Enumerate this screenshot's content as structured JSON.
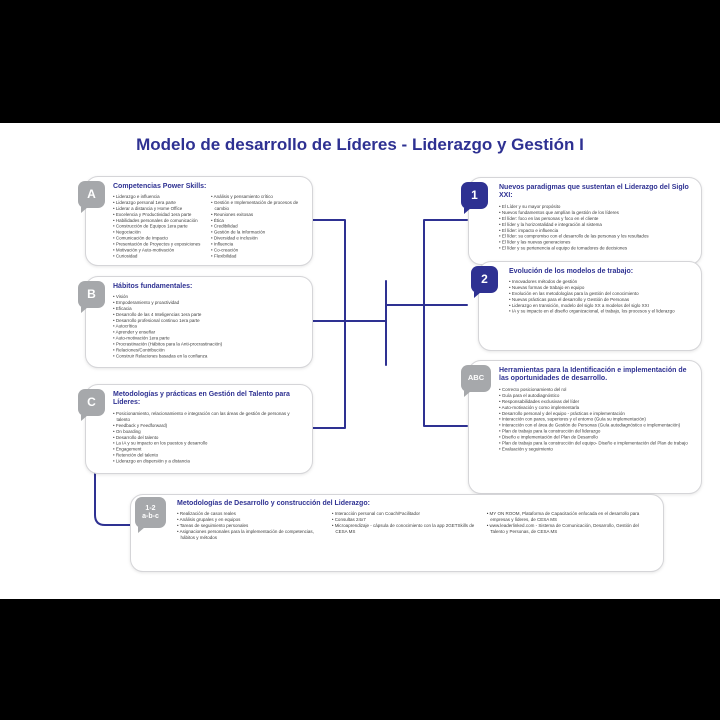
{
  "title": "Modelo de desarrollo de Líderes - Liderazgo y Gestión I",
  "colors": {
    "navy": "#2e3192",
    "gray": "#a6a8ab"
  },
  "boxes": {
    "a": {
      "tab": "A",
      "title": "Competencias Power Skills:",
      "col1": [
        "Liderazgo  e influencia",
        "Liderazgo personal 1era parte",
        "Liderar a distancia y Home Office",
        "Excelencia y Productividad 1era parte",
        "Habilidades personales de comunicación",
        "Construcción de Equipos 1era parte",
        "Negociación",
        "Comunicación de Impacto",
        "Presentación de Proyectos y exposiciones",
        "Motivación y Auto-motivación",
        "Curiosidad"
      ],
      "col2": [
        "Análisis y pensamiento crítico",
        "Gestión e Implementación de procesos de cambio",
        "Reuniones exitosas",
        "Ética",
        "Credibilidad",
        "Gestión de la Información",
        "Diversidad e inclusión",
        "Influencia",
        "Co-creación",
        "Flexibilidad"
      ]
    },
    "b": {
      "tab": "B",
      "title": "Hábitos fundamentales:",
      "items": [
        "Visión",
        "Empoderamiento y proactividad",
        "Eficacia",
        "Desarrollo de las 4 Inteligencias 1era parte",
        "Desarrollo profesional continuo 1era parte",
        "Autocrítica",
        "Aprender y enseñar",
        "Auto-motivación 1era parte",
        "Procrastinación (Hábitos para la Anti-procrastinación)",
        "Relaciones/Contribución",
        "Construir Relaciones basadas en la confianza"
      ]
    },
    "c": {
      "tab": "C",
      "title": "Metodologías y prácticas en Gestión del Talento para Líderes:",
      "items": [
        "Posicionamiento, relacionamiento e integración con las áreas de gestión de personas y talento",
        "Feedback y Feedforward)",
        "On boarding",
        "Desarrollo del talento",
        "La IA y su impacto en los puestos y desarrollo",
        "Engagement",
        "Retención del talento",
        "Liderazgo en dispersión y a distancia"
      ]
    },
    "n1": {
      "tab": "1",
      "title": "Nuevos paradigmas que sustentan el Liderazgo del Siglo XXI:",
      "items": [
        "El Líder y su mayor propósito",
        "Nuevos fundamentos que amplían la gestión de los líderes",
        "El líder: foco en las personas y foco en el cliente",
        "El líder y la horizontalidad e integración al sistema",
        "El líder: impacto e influencia",
        "El líder: su compromiso con el desarrollo de las personas y los resultados",
        "El líder y las nuevas generaciones",
        "El líder y su pertenencia al equipo de tomadores de decisiones"
      ]
    },
    "n2": {
      "tab": "2",
      "title": "Evolución de los modelos de trabajo:",
      "items": [
        "Innovadores métodos de gestión",
        "Nuevas formas de trabajo en equipo",
        "Evolución en las metodologías para la gestión del conocimiento",
        "Nuevas prácticas para el desarrollo y Gestión de Personas",
        "Liderazgo en transición, modelo del siglo XX a modelos del siglo XXI",
        "IA y su impacto en el diseño organizacional, el trabajo, los procesos y el liderazgo"
      ]
    },
    "abc": {
      "tab": "ABC",
      "title": "Herramientas para la Identificación e implementación de las oportunidades de desarrollo.",
      "items": [
        "Correcto posicionamiento del rol",
        "Guía para el autodiagnóstico",
        "Responsabilidades exclusivas del líder",
        "Auto-motivación y como implementarla",
        "Desarrollo personal y del equipo - prácticas e implementación",
        "Interacción con pares, superiores y el entorno (Guía su implementación)",
        "Interacción con el área de Gestión de Personas (Guía autodiagnóstico e implementación)",
        "Plan de trabajo para la construcción del liderazgo",
        "Diseño e implementación del Plan de Desarrollo",
        "Plan de trabajo para la construcción del equipo- Diseño e implementación del Plan de trabajo",
        "Evaluación y seguimiento"
      ]
    },
    "bottom": {
      "tab": "1-2\na-b-c",
      "title": "Metodologías de Desarrollo y construcción del Liderazgo:",
      "col1": [
        "Realización de casos reales",
        "Análisis grupales y en equipos",
        "Tareas de seguimiento personales",
        "Asignaciones personales para la implementación de competencias, hábitos y métodos"
      ],
      "col2": [
        "Interacción personal con Coach/Facilitador",
        "Consultas 24x7",
        "Microaprendizaje - cápsula de conocimiento con la app 2GETSkills de CESA MS"
      ],
      "col3": [
        "MY ON ROOM, Plataforma de Capacitación enfocada en el desarrollo para empresas y líderes, de CESA MS",
        "www.leaderlinked.com - Sistema de Comunicación, Desarrollo, Gestión del Talento y Personas, de CESA MS"
      ]
    }
  }
}
